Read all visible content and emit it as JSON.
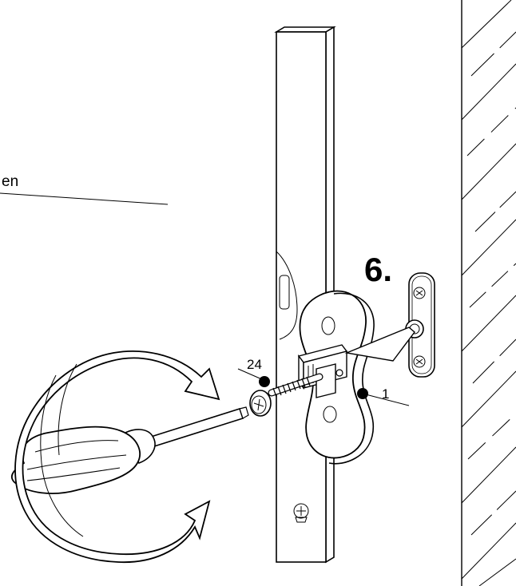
{
  "labels": {
    "step_number": "6.",
    "partial_word": "en",
    "callout_24": "24",
    "callout_1": "1"
  },
  "colors": {
    "line": "#000000",
    "background": "#ffffff"
  },
  "icons": {
    "rotation": "curved-rotation-arrow-icon",
    "screw_head": "phillips-screw-head-icon"
  }
}
